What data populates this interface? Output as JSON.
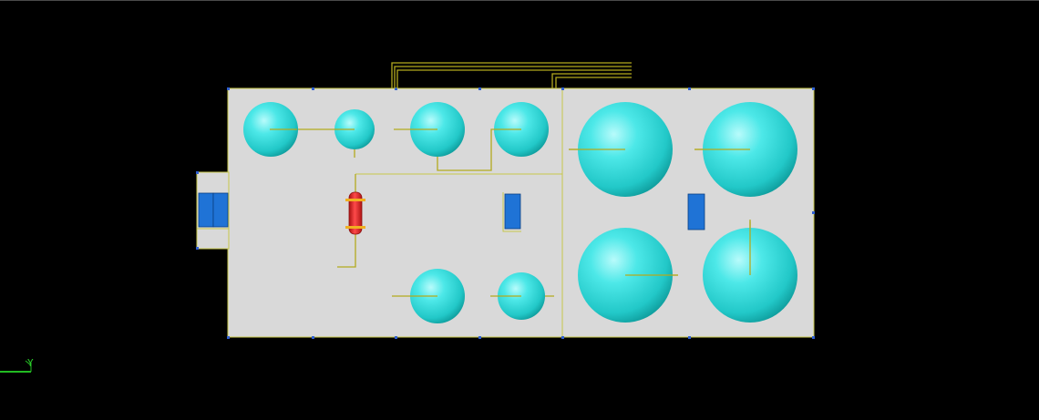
{
  "viewport": {
    "background": "#000000"
  },
  "colors": {
    "floor": "#d9d9d9",
    "outline": "#c6c64a",
    "pipe": "#b3aa1e",
    "tank_fill": "#3fe2e2",
    "tank_highlight": "#9ef5f5",
    "tank_shadow": "#12a7a7",
    "door": "#1f73d6",
    "heater": "#dd2222",
    "heater_accent": "#f0b020",
    "grid_point": "#2f5fd0",
    "axis": "#22bb22"
  },
  "axis_triad": {
    "label": "Y",
    "icon": "axis-triad-icon"
  },
  "components": {
    "tanks_small": [
      "small-tank-1",
      "small-tank-2",
      "small-tank-3",
      "small-tank-4",
      "small-tank-5",
      "small-tank-6"
    ],
    "tanks_large": [
      "large-tank-1",
      "large-tank-2",
      "large-tank-3",
      "large-tank-4"
    ],
    "doors": [
      "door-left-a",
      "door-left-b",
      "door-middle",
      "door-right"
    ],
    "heater": "heat-exchanger"
  }
}
